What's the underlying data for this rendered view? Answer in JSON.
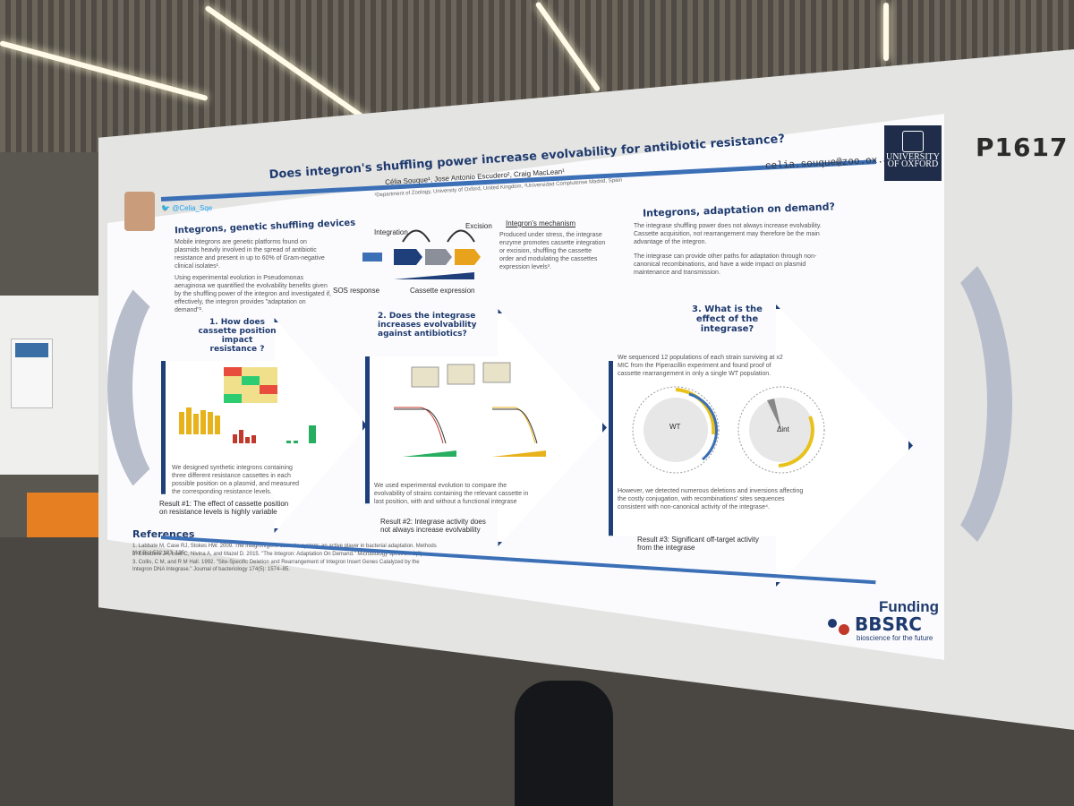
{
  "poster": {
    "number": "P1617",
    "title": "Does integron's shuffling power increase evolvability for antibiotic resistance?",
    "authors": "Célia Souque¹, Jose Antonio Escudero², Craig MacLean¹",
    "affiliations": "¹Department of Zoology, University of Oxford, United Kingdom, ²Universidad Complutense Madrid, Spain",
    "email": "celia.souque@zoo.ox.ac.uk",
    "twitter": "@Celia_Sqe",
    "university": "UNIVERSITY OF OXFORD",
    "intro": {
      "heading": "Integrons, genetic shuffling devices",
      "text1": "Mobile integrons are genetic platforms found on plasmids heavily involved in the spread of antibiotic resistance and present in up to 60% of Gram-negative clinical isolates¹.",
      "text2": "Using experimental evolution in Pseudomonas aeruginosa we quantified the evolvability benefits given by the shuffling power of the integron and investigated if, effectively, the integron provides \"adaptation on demand\"²."
    },
    "mechanism": {
      "labels": [
        "Integration",
        "Excision",
        "SOS response",
        "Cassette expression"
      ],
      "heading": "Integron's mechanism",
      "text": "Produced under stress, the integrase enzyme promotes cassette integration or excision, shuffling the cassette order and modulating the cassettes expression levels³."
    },
    "adaptation": {
      "heading": "Integrons, adaptation on demand?",
      "text1": "The integrase shuffling power does not always increase evolvability. Cassette acquisition, not rearrangement may therefore be the main advantage of the integron.",
      "text2": "The integrase can provide other paths for adaptation through non-canonical recombinations, and have a wide impact on plasmid maintenance and transmission."
    },
    "q1": {
      "heading": "1. How does cassette position impact resistance ?",
      "text": "We designed synthetic integrons containing three different resistance cassettes in each possible position on a plasmid, and measured the corresponding resistance levels.",
      "result": "Result #1: The effect of cassette position on resistance levels is highly variable"
    },
    "q2": {
      "heading": "2. Does the integrase increases evolvability against antibiotics?",
      "text": "We used experimental evolution to compare the evolvability of strains containing the relevant cassette in last position, with and without a functional integrase",
      "result": "Result #2: Integrase activity does not always increase evolvability"
    },
    "q3": {
      "heading": "3. What is the effect of the integrase?",
      "text1": "We sequenced 12 populations of each strain surviving at x2 MIC from the Piperacillin experiment and found proof of cassette rearrangement in only a single WT population.",
      "text2": "However, we detected numerous deletions and inversions affecting the costly conjugation, with recombinations' sites sequences consistent with non-canonical activity of the integrase⁴.",
      "result": "Result #3: Significant off-target activity from the integrase",
      "circle_labels": [
        "WT",
        "Δint"
      ]
    },
    "references": {
      "heading": "References",
      "items": [
        "1. Labbate M, Case RJ, Stokes HW. 2009. The integron/gene cassette system: an active player in bacterial adaptation. Methods Mol Biol 532:103–125",
        "2. Escudero JA, Loot C, Nivina A, and Mazel D. 2015. \"The Integron: Adaptation On Demand.\" Microbiology spectrum 3(2)",
        "3. Collis, C M, and R M Hall. 1992. \"Site-Specific Deletion and Rearrangement of Integron Insert Genes Catalyzed by the Integron DNA Integrase.\" Journal of bacteriology 174(5): 1574–85."
      ]
    },
    "funding": "Funding",
    "funder": "BBSRC",
    "funder_tagline": "bioscience for the future"
  },
  "colors": {
    "navy": "#1f3f7a",
    "accent_blue": "#3b6fb6",
    "poster_bg": "#fbfbfd"
  }
}
